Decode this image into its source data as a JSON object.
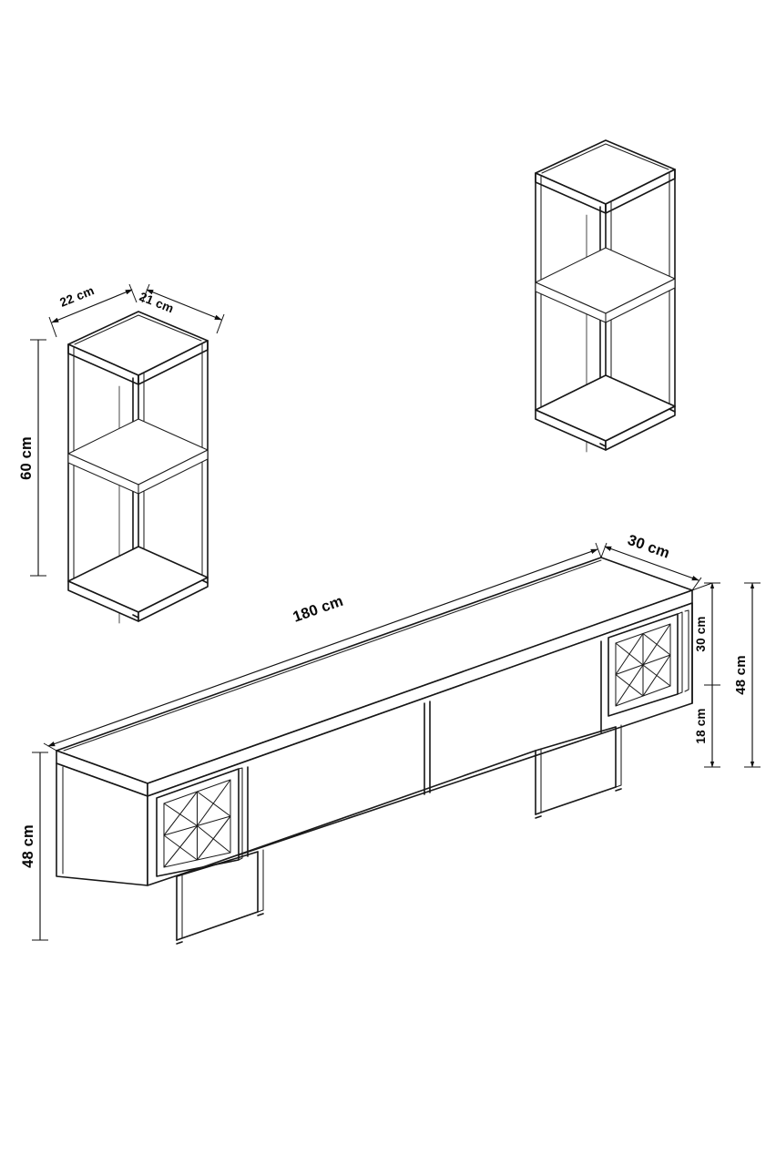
{
  "document": {
    "type": "technical-dimension-drawing",
    "subject": "TV stand with two wall shelf units",
    "background_color": "#ffffff",
    "line_color": "#161616",
    "text_color": "#070707"
  },
  "units": "cm",
  "shelf_unit": {
    "name": "wall-shelf-unit",
    "dimensions": {
      "width_label": "22 cm",
      "depth_label": "21 cm",
      "height_label": "60 cm"
    },
    "shelves": 1,
    "compartments": 2
  },
  "shelf_unit_plain": {
    "name": "wall-shelf-unit-duplicate",
    "dimensions": {},
    "shelves": 1,
    "compartments": 2
  },
  "tv_stand": {
    "name": "tv-stand",
    "dimensions": {
      "length_label": "180 cm",
      "depth_label": "30 cm",
      "height_label_left": "48 cm",
      "height_label_right": "48 cm",
      "upper_section_label": "30 cm",
      "lower_section_label": "18 cm"
    },
    "doors": {
      "patterned_count": 2,
      "plain_count": 2,
      "pattern": "diamond-lattice-2x2"
    },
    "legs": "metal-sled-frame"
  },
  "labels": {
    "shelf_width": "22 cm",
    "shelf_depth": "21 cm",
    "shelf_height": "60 cm",
    "stand_length": "180 cm",
    "stand_depth": "30 cm",
    "stand_height_left": "48 cm",
    "stand_height_right": "48 cm",
    "stand_top_section": "30 cm",
    "stand_bottom_section": "18 cm"
  }
}
